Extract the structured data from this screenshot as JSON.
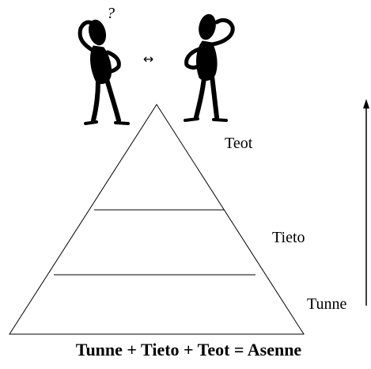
{
  "diagram": {
    "levels": [
      {
        "label": "Teot"
      },
      {
        "label": "Tieto"
      },
      {
        "label": "Tunne"
      }
    ],
    "formula": "Tunne + Tieto + Teot = Asenne",
    "question_mark": "?",
    "exchange_symbol": "↔"
  }
}
